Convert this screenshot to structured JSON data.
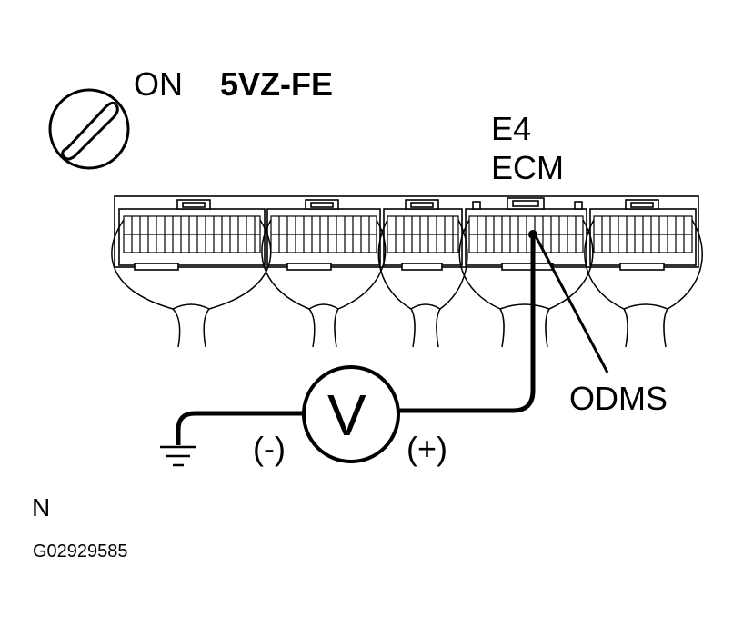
{
  "diagram": {
    "ignition": {
      "state_label": "ON",
      "icon": "ignition-switch-icon"
    },
    "engine_label": "5VZ-FE",
    "connector": {
      "name": "E4",
      "unit": "ECM"
    },
    "terminal_label": "ODMS",
    "meter": {
      "symbol": "V",
      "negative_label": "(-)",
      "positive_label": "(+)",
      "icon": "voltmeter-icon"
    },
    "ground_icon": "ground-symbol-icon",
    "corner_letter": "N",
    "figure_id": "G02929585"
  }
}
